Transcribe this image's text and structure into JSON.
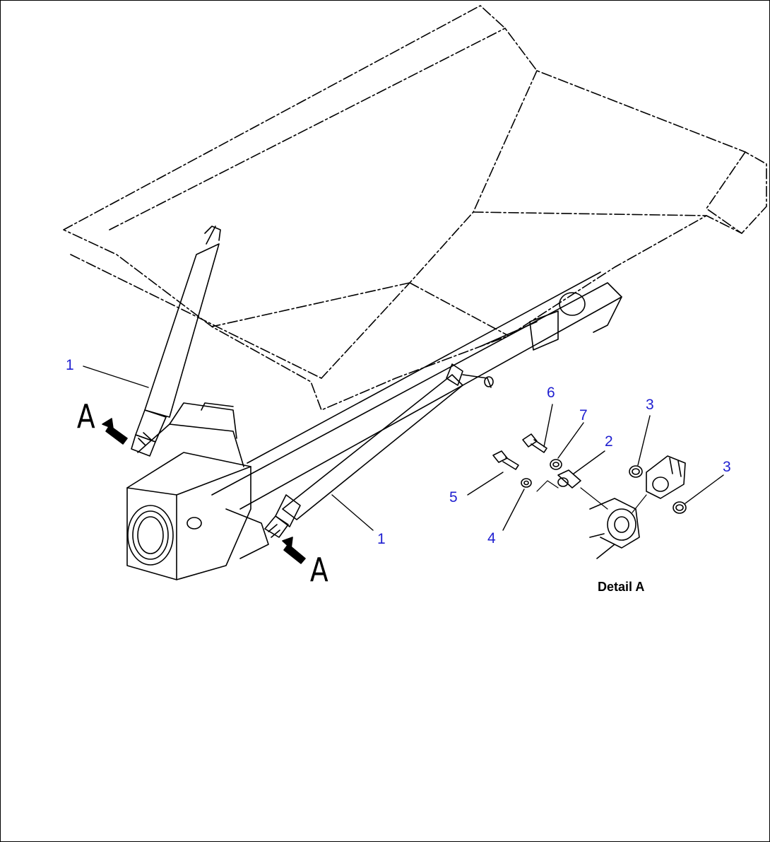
{
  "figure": {
    "callouts": [
      {
        "id": "c1a",
        "label": "1"
      },
      {
        "id": "c1b",
        "label": "1"
      },
      {
        "id": "c2",
        "label": "2"
      },
      {
        "id": "c3a",
        "label": "3"
      },
      {
        "id": "c3b",
        "label": "3"
      },
      {
        "id": "c4",
        "label": "4"
      },
      {
        "id": "c5",
        "label": "5"
      },
      {
        "id": "c6",
        "label": "6"
      },
      {
        "id": "c7",
        "label": "7"
      }
    ],
    "view_markers": [
      "A",
      "A"
    ],
    "detail_title": "Detail A",
    "colors": {
      "callout": "#1f1fd0",
      "line": "#000000",
      "background": "#ffffff"
    }
  }
}
